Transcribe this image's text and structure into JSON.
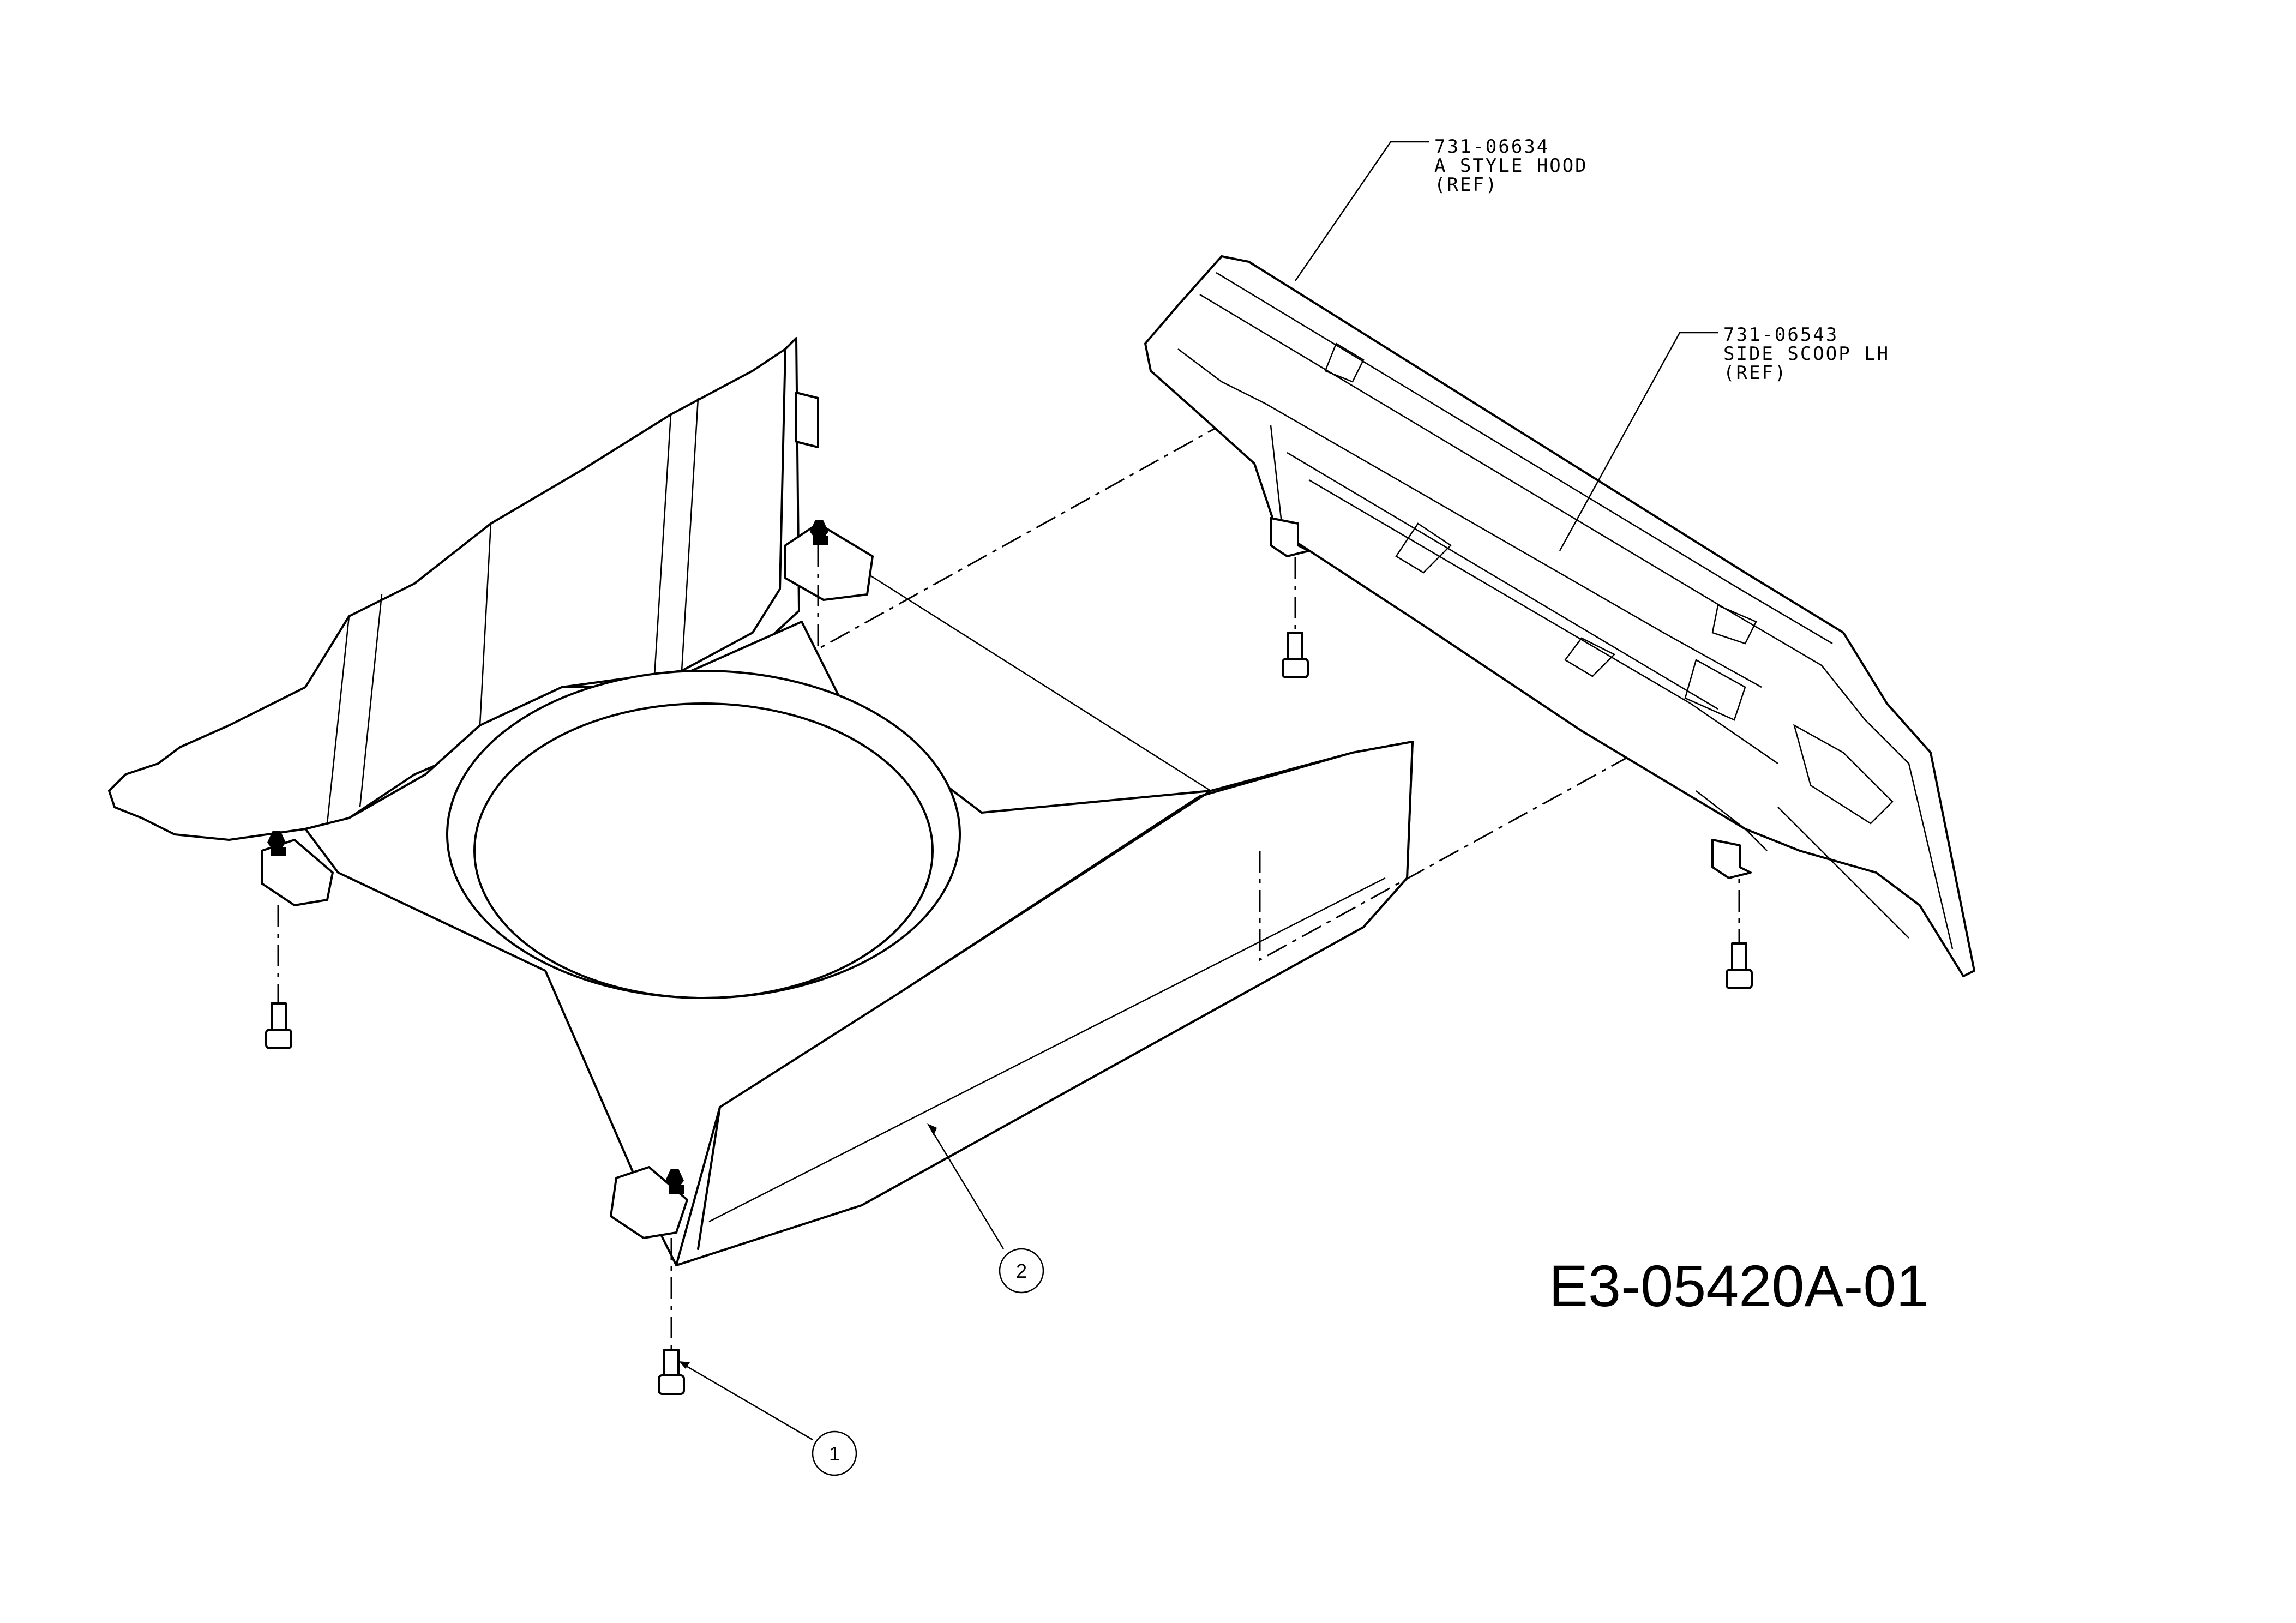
{
  "callouts": {
    "hood": {
      "part_number": "731-06634",
      "description": "A STYLE HOOD",
      "note": "(REF)"
    },
    "side_scoop": {
      "part_number": "731-06543",
      "description": "SIDE SCOOP LH",
      "note": "(REF)"
    }
  },
  "item_balloons": [
    {
      "number": "1",
      "part": "screw"
    },
    {
      "number": "2",
      "part": "shroud"
    }
  ],
  "drawing_number": "E3-05420A-01"
}
